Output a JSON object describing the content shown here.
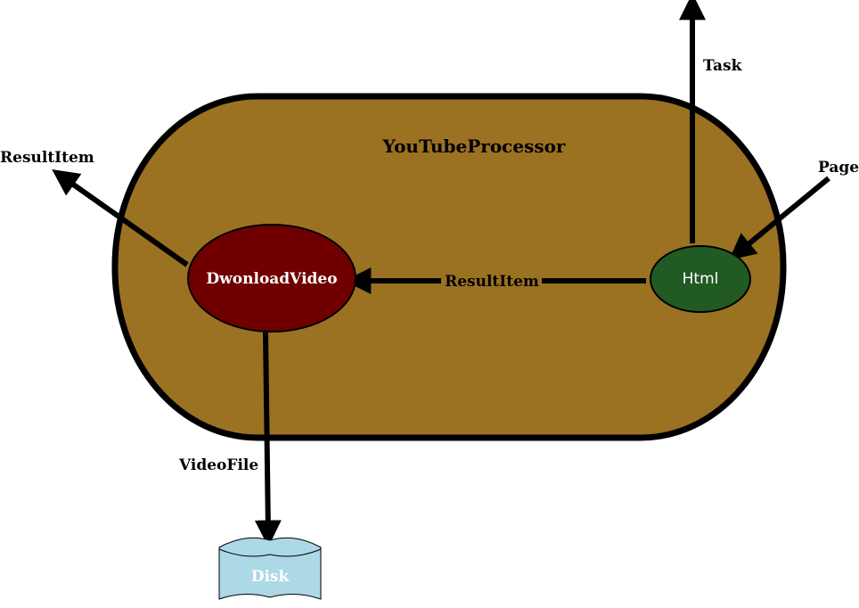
{
  "processor": {
    "title": "YouTubeProcessor"
  },
  "nodes": {
    "download": {
      "label": "DwonloadVideo"
    },
    "html": {
      "label": "Html"
    },
    "disk": {
      "label": "Disk"
    }
  },
  "edges": {
    "task": "Task",
    "page": "Page",
    "result_item_out": "ResultItem",
    "result_item_internal": "ResultItem",
    "video_file": "VideoFile"
  },
  "colors": {
    "processor_fill": "#9b7122",
    "download_fill": "#700000",
    "html_fill": "#215a22",
    "disk_fill": "#add8e6",
    "stroke": "#000000"
  }
}
